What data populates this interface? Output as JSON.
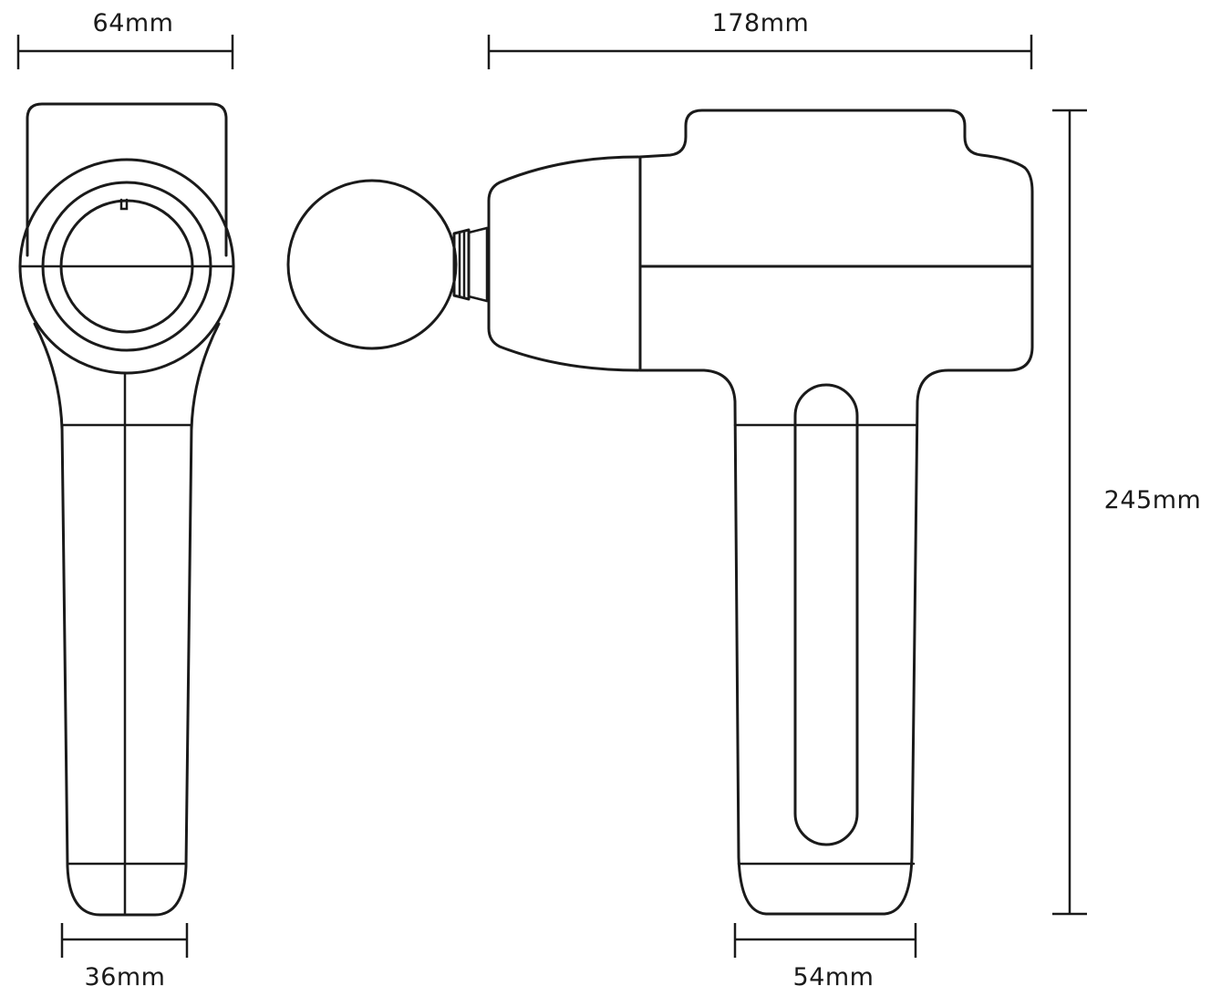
{
  "dimensions": {
    "front_width": "64mm",
    "side_length": "178mm",
    "height": "245mm",
    "front_handle_width": "36mm",
    "side_handle_width": "54mm"
  },
  "colors": {
    "line": "#1a1a1a",
    "background": "#ffffff"
  }
}
